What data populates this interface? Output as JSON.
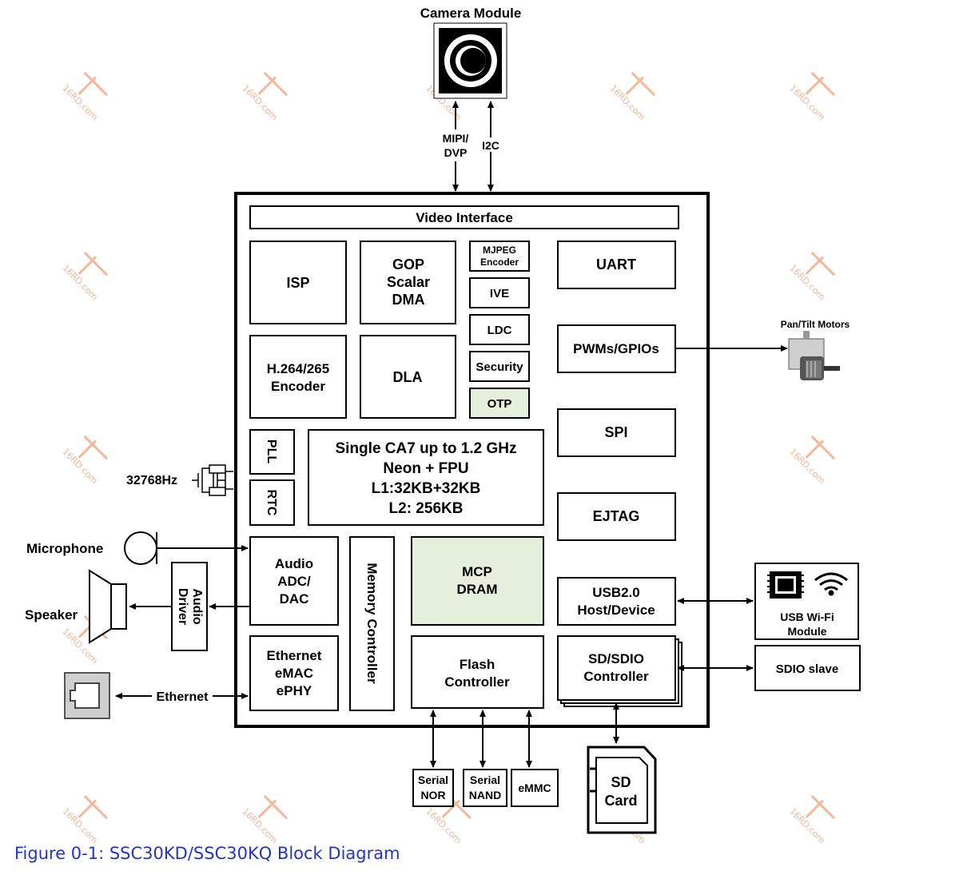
{
  "camera": {
    "title": "Camera Module"
  },
  "links": {
    "mipi_line1": "MIPI/",
    "mipi_line2": "DVP",
    "i2c": "I2C",
    "ethernet": "Ethernet"
  },
  "blocks": {
    "video_interface": "Video Interface",
    "isp": "ISP",
    "gop": [
      "GOP",
      "Scalar",
      "DMA"
    ],
    "mjpeg": [
      "MJPEG",
      "Encoder"
    ],
    "ive": "IVE",
    "ldc": "LDC",
    "security": "Security",
    "otp": "OTP",
    "uart": "UART",
    "pwm": "PWMs/GPIOs",
    "h264": [
      "H.264/265",
      "Encoder"
    ],
    "dla": "DLA",
    "pll": "PLL",
    "rtc": "RTC",
    "cpu": [
      "Single CA7 up to 1.2 GHz",
      "Neon + FPU",
      "L1:32KB+32KB",
      "L2: 256KB"
    ],
    "spi": "SPI",
    "ejtag": "EJTAG",
    "audio": [
      "Audio",
      "ADC/",
      "DAC"
    ],
    "memory_controller": "Memory Controller",
    "mcp": [
      "MCP",
      "DRAM"
    ],
    "usb": [
      "USB2.0",
      "Host/Device"
    ],
    "ethernet": [
      "Ethernet",
      "eMAC",
      "ePHY"
    ],
    "flash": [
      "Flash",
      "Controller"
    ],
    "sdio": [
      "SD/SDIO",
      "Controller"
    ]
  },
  "external": {
    "crystal": "32768Hz",
    "microphone": "Microphone",
    "speaker": "Speaker",
    "audio_driver": [
      "Audio",
      "Driver"
    ],
    "pan_tilt": "Pan/Tilt Motors",
    "usb_wifi": [
      "USB Wi-Fi",
      "Module"
    ],
    "sdio_slave": "SDIO slave",
    "serial_nor": [
      "Serial",
      "NOR"
    ],
    "serial_nand": [
      "Serial",
      "NAND"
    ],
    "emmc": "eMMC",
    "sd_card": [
      "SD",
      "Card"
    ]
  },
  "watermark": "16RD.com",
  "caption": "Figure 0-1: SSC30KD/SSC30KQ Block Diagram",
  "colors": {
    "green_fill": "#e6efdb",
    "watermark": "#f3b79a",
    "caption": "#2233cc"
  }
}
